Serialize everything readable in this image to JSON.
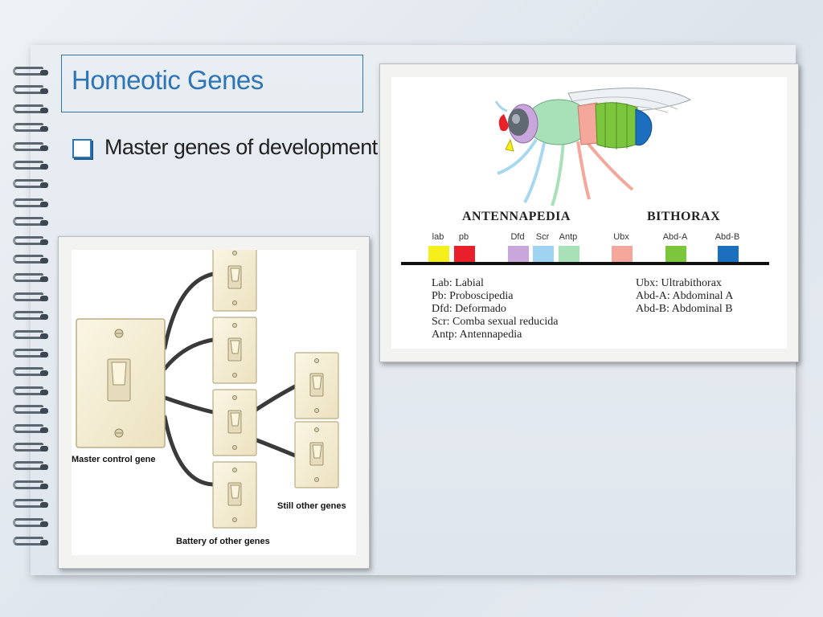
{
  "slide": {
    "title": "Homeotic Genes",
    "bullet": "Master genes of development."
  },
  "fly_diagram": {
    "complex_left": "ANTENNAPEDIA",
    "complex_right": "BITHORAX",
    "genes": [
      {
        "label": "lab",
        "color": "#f5ef1c"
      },
      {
        "label": "pb",
        "color": "#e8202a"
      },
      {
        "label": "Dfd",
        "color": "#c9a6dc"
      },
      {
        "label": "Scr",
        "color": "#9ed4f2"
      },
      {
        "label": "Antp",
        "color": "#a8e0b8"
      },
      {
        "label": "Ubx",
        "color": "#f4a79a"
      },
      {
        "label": "Abd-A",
        "color": "#7cc63e"
      },
      {
        "label": "Abd-B",
        "color": "#1c6fbf"
      }
    ],
    "legend_left": [
      "Lab: Labial",
      "Pb: Proboscipedia",
      "Dfd: Deformado",
      "Scr: Comba sexual reducida",
      "Antp: Antennapedia"
    ],
    "legend_right": [
      "Ubx: Ultrabithorax",
      "Abd-A: Abdominal A",
      "Abd-B: Abdominal B"
    ]
  },
  "switch_diagram": {
    "master_label": "Master control gene",
    "battery_label": "Battery of other genes",
    "still_label": "Still other genes"
  }
}
